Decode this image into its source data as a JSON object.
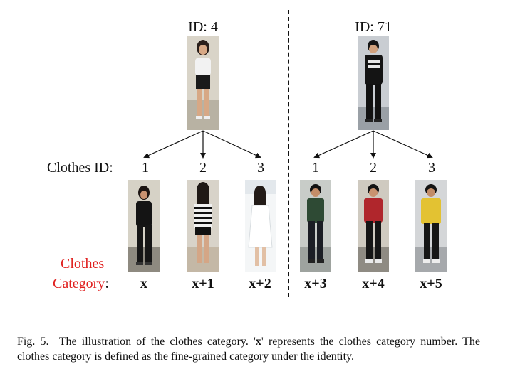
{
  "identities": [
    {
      "id_label": "ID: 4"
    },
    {
      "id_label": "ID: 71"
    }
  ],
  "clothes_id_label": "Clothes ID:",
  "clothes_ids": [
    "1",
    "2",
    "3",
    "1",
    "2",
    "3"
  ],
  "clothes_category_label": {
    "line1": "Clothes",
    "line2": "Category",
    "suffix": ":",
    "color": "#e0201f"
  },
  "categories": [
    "x",
    "x+1",
    "x+2",
    "x+3",
    "x+4",
    "x+5"
  ],
  "caption": {
    "prefix": "Fig. 5.",
    "text_before_x": "The illustration of the clothes category. '",
    "x": "x",
    "text_after_x": "' represents the clothes category number. The clothes category is defined as the fine-grained category under the identity."
  }
}
